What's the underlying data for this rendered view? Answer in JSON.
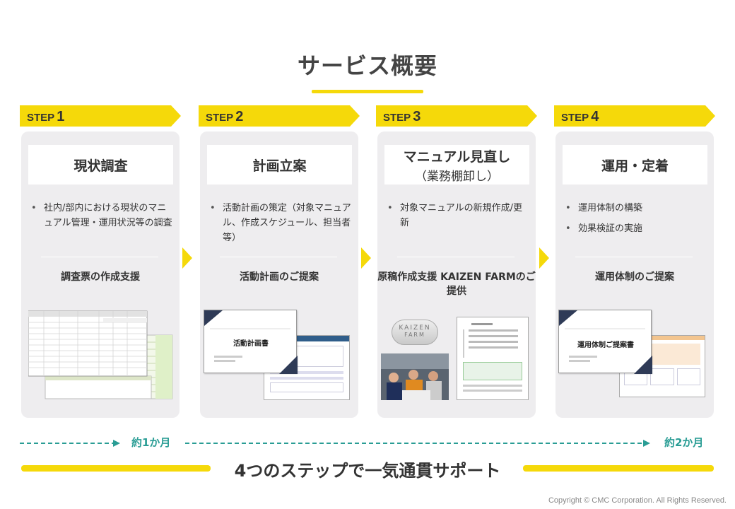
{
  "title": "サービス概要",
  "steps": [
    {
      "label": "STEP",
      "number": "1",
      "heading": "現状調査",
      "subheading": "",
      "bullets": [
        "社内/部内における現状のマニュアル管理・運用状況等の調査"
      ],
      "deliverable": "調査票の作成支援"
    },
    {
      "label": "STEP",
      "number": "2",
      "heading": "計画立案",
      "subheading": "",
      "bullets": [
        "活動計画の策定（対象マニュアル、作成スケジュール、担当者等）"
      ],
      "deliverable": "活動計画のご提案"
    },
    {
      "label": "STEP",
      "number": "3",
      "heading": "マニュアル見直し",
      "subheading": "（業務棚卸し）",
      "bullets": [
        "対象マニュアルの新規作成/更新"
      ],
      "deliverable": "原稿作成支援 KAIZEN FARMのご提供"
    },
    {
      "label": "STEP",
      "number": "4",
      "heading": "運用・定着",
      "subheading": "",
      "bullets": [
        "運用体制の構築",
        "効果検証の実施"
      ],
      "deliverable": "運用体制のご提案"
    }
  ],
  "thumbs": {
    "plan_doc_title": "活動計画書",
    "ops_doc_title": "運用体制ご提案書",
    "kaizen_logo_line1": "KAIZEN",
    "kaizen_logo_line2": "FARM"
  },
  "timeline": {
    "label_1": "約1か月",
    "label_2": "約2か月"
  },
  "tagline": "4つのステップで一気通貫サポート",
  "copyright": "Copyright © CMC Corporation. All Rights Reserved.",
  "colors": {
    "accent": "#f5d90a",
    "teal": "#2a9d95",
    "card": "#eeedef",
    "navy": "#2f3b57"
  }
}
